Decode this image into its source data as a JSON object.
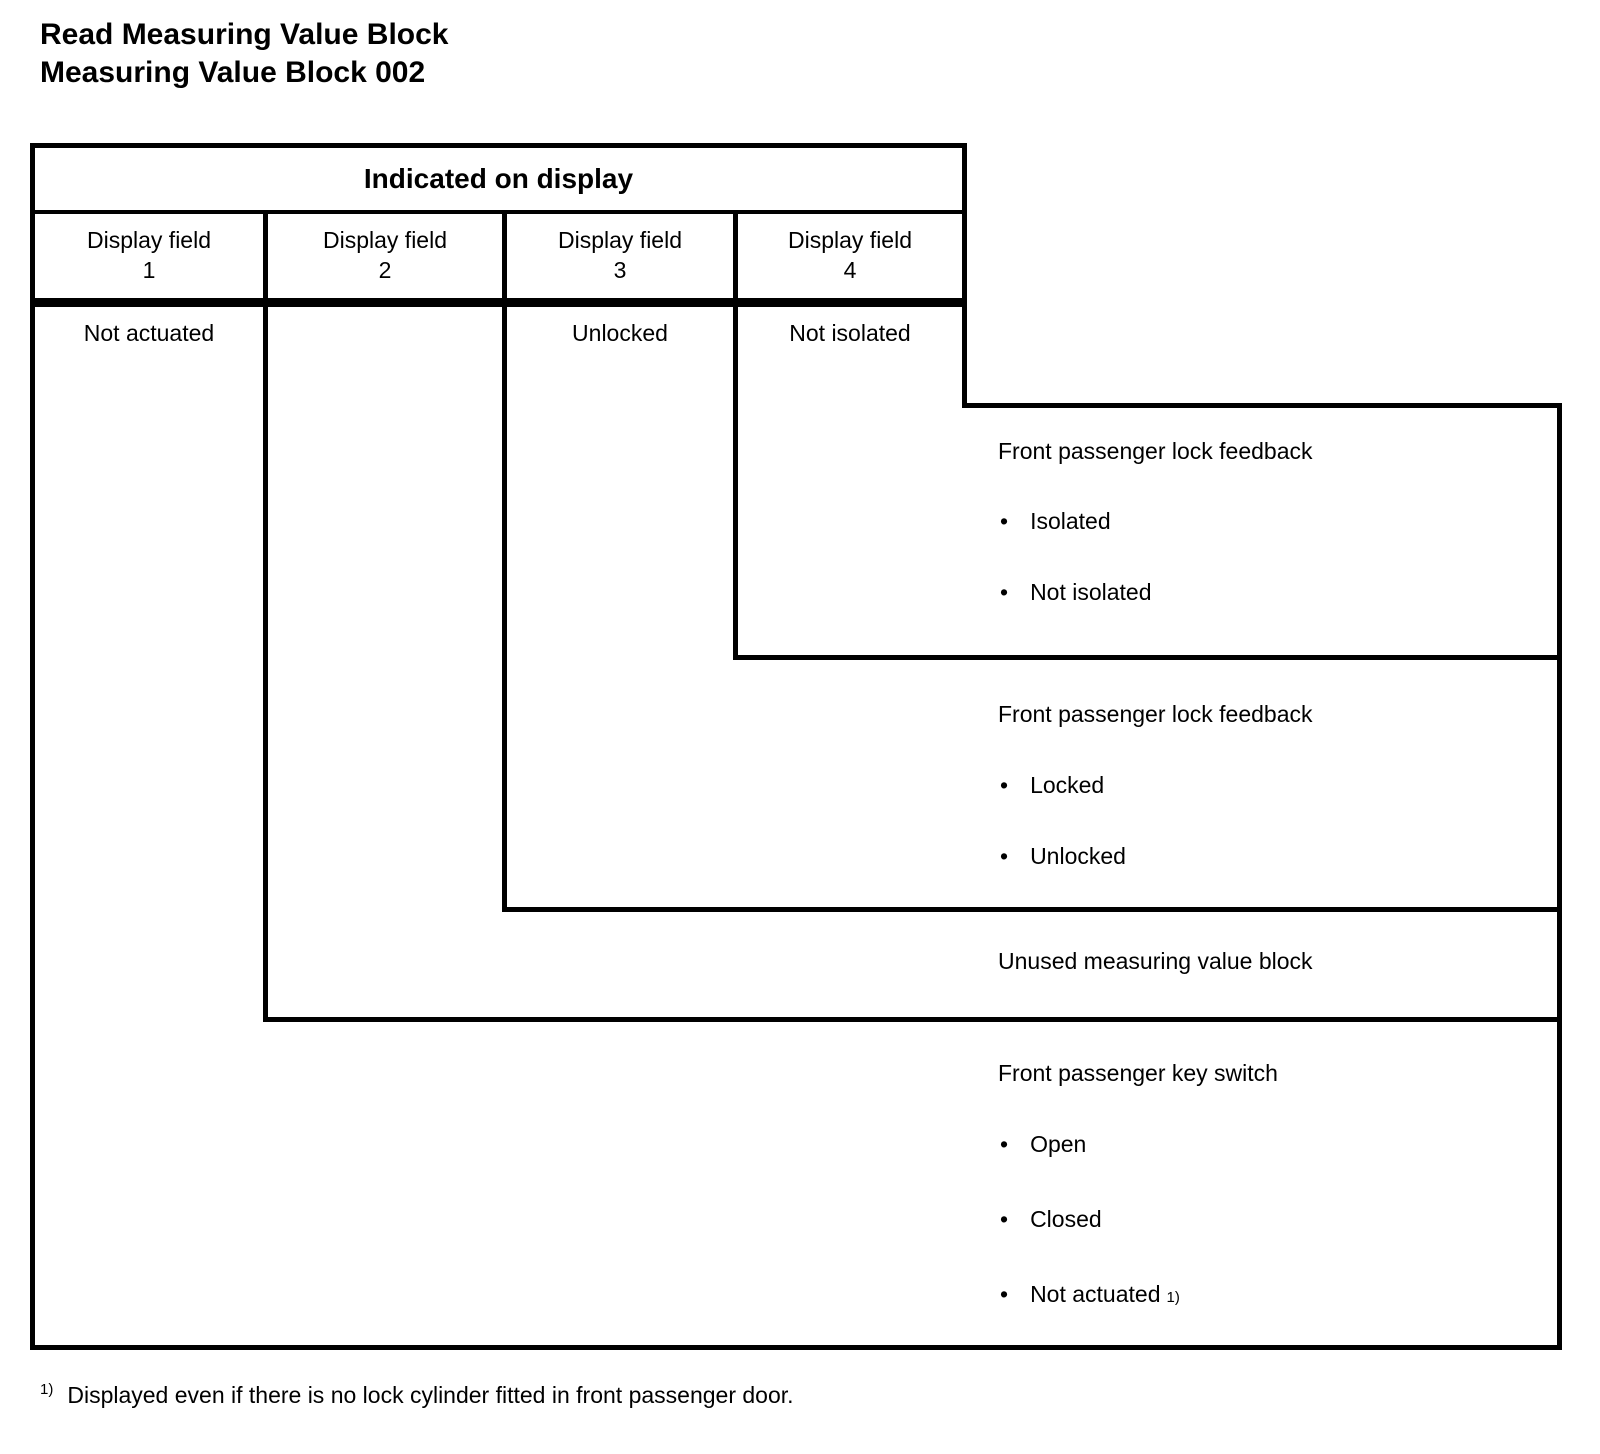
{
  "page": {
    "title_line1": "Read Measuring Value Block",
    "title_line2": "Measuring Value Block 002"
  },
  "glyphs": {
    "bullet": "•"
  },
  "table": {
    "header": "Indicated on display",
    "columns": [
      {
        "label": "Display field",
        "number": "1",
        "value": "Not actuated"
      },
      {
        "label": "Display field",
        "number": "2",
        "value": ""
      },
      {
        "label": "Display field",
        "number": "3",
        "value": "Unlocked"
      },
      {
        "label": "Display field",
        "number": "4",
        "value": "Not isolated"
      }
    ]
  },
  "explanations": [
    {
      "for_display_field": "4",
      "title": "Front passenger lock feedback",
      "bullets": [
        "Isolated",
        "Not isolated"
      ]
    },
    {
      "for_display_field": "3",
      "title": "Front passenger lock feedback",
      "bullets": [
        "Locked",
        "Unlocked"
      ]
    },
    {
      "for_display_field": "2",
      "title": "Unused measuring value block",
      "bullets": []
    },
    {
      "for_display_field": "1",
      "title": "Front passenger key switch",
      "bullets": [
        "Open",
        "Closed",
        "Not actuated"
      ],
      "bullet_superscript": "1)"
    }
  ],
  "footnote": {
    "marker": "1)",
    "text": "Displayed even if there is no lock cylinder fitted in front passenger door."
  },
  "colors": {
    "line": "#000000",
    "text": "#000000",
    "background": "#ffffff"
  }
}
